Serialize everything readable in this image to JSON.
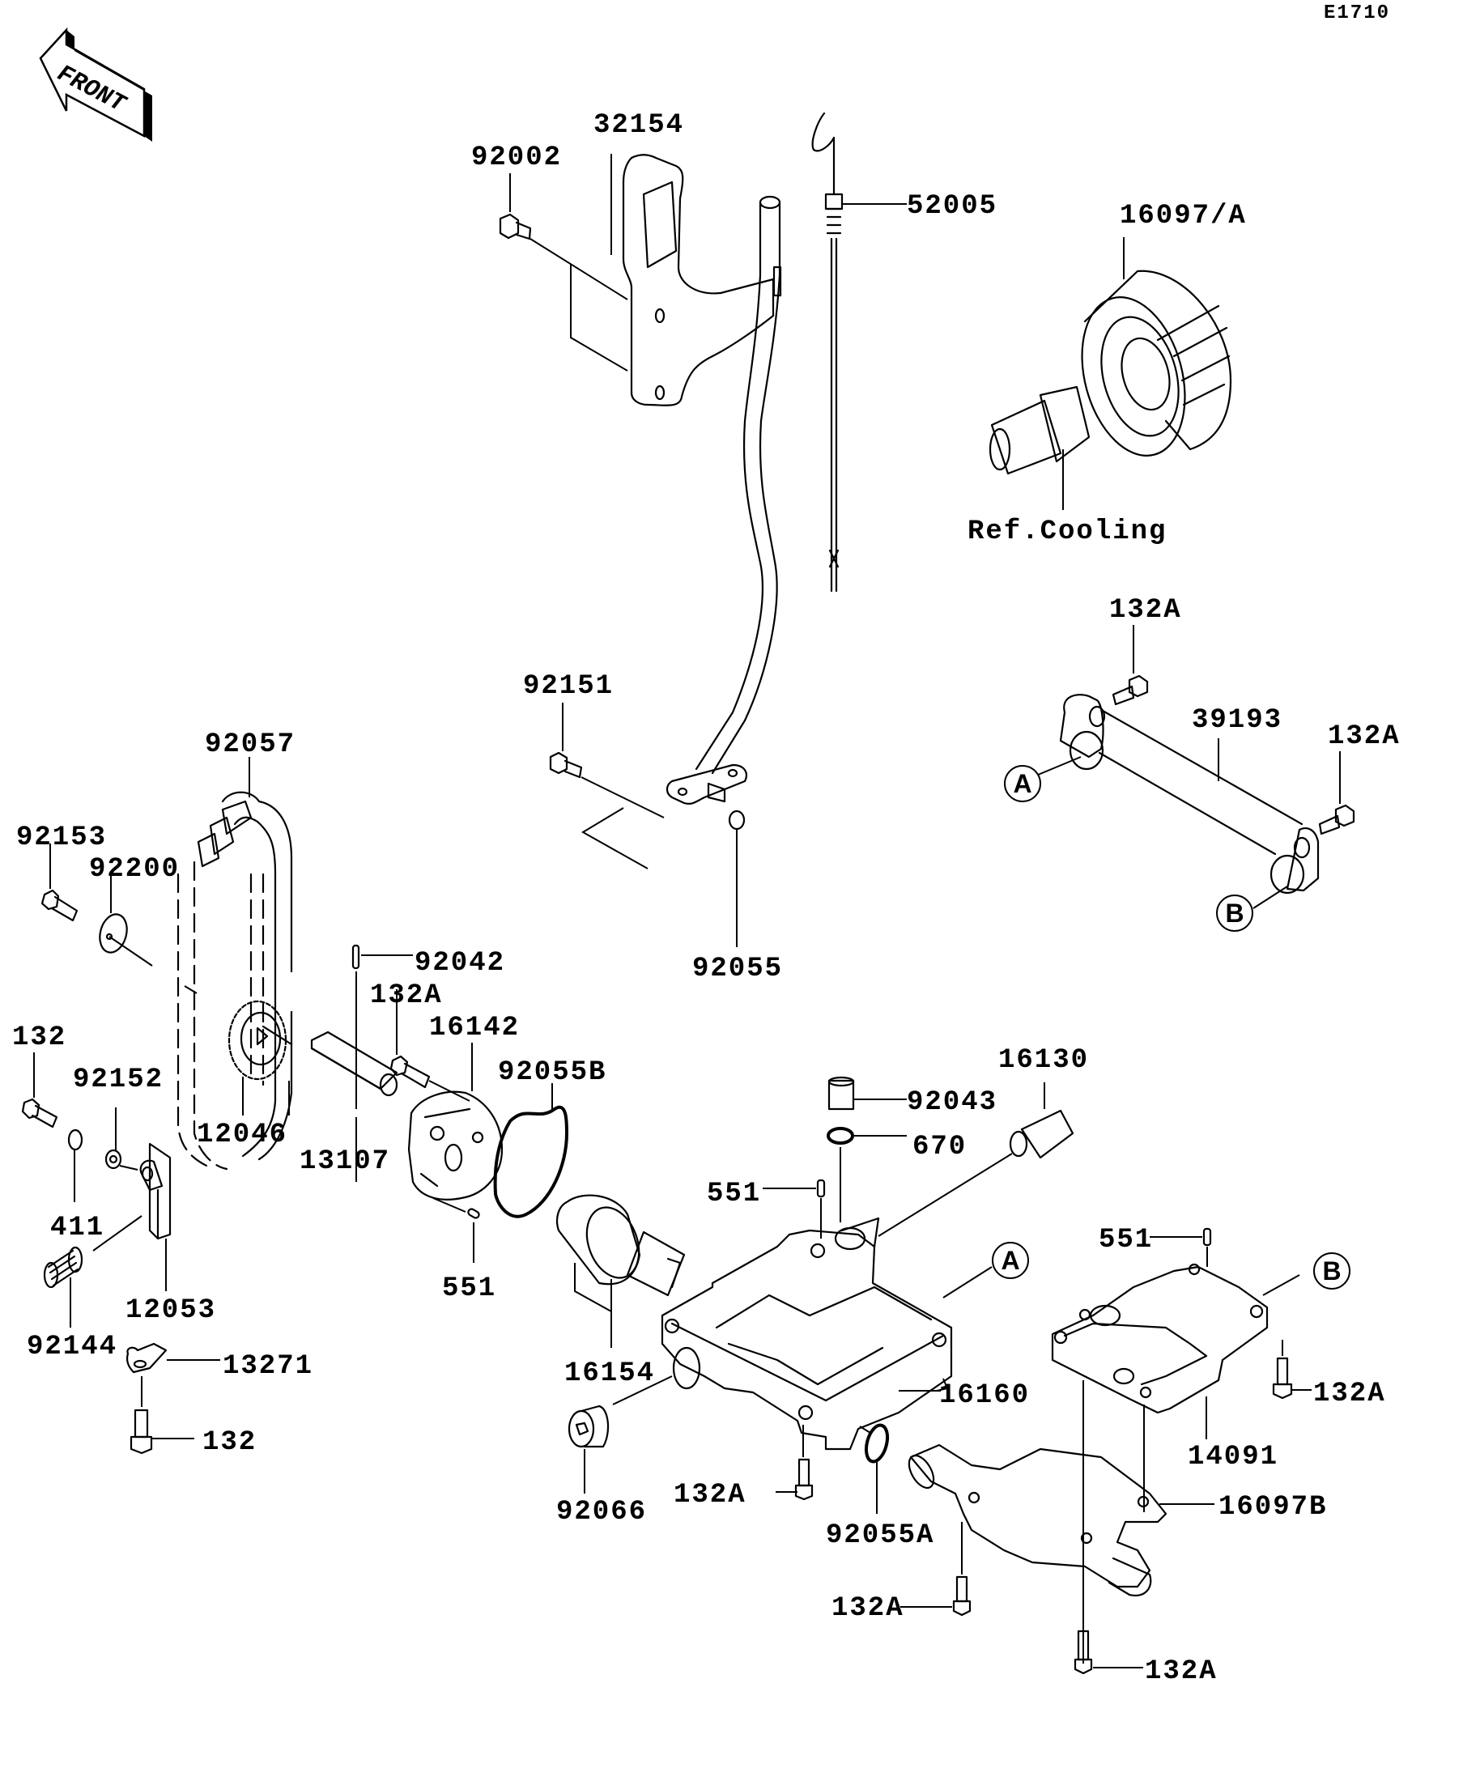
{
  "diagram": {
    "figure_id": "E1710",
    "front_arrow": "FRONT",
    "reference_note": "Ref.Cooling",
    "connectors": [
      "A",
      "B"
    ],
    "part_labels": {
      "p92002": "92002",
      "p32154": "32154",
      "p52005": "52005",
      "p16097A": "16097/A",
      "p132A_1": "132A",
      "p39193": "39193",
      "p132A_2": "132A",
      "p92151": "92151",
      "p92055": "92055",
      "p92057": "92057",
      "p92153": "92153",
      "p92200": "92200",
      "p92042": "92042",
      "p132A_3": "132A",
      "p16142": "16142",
      "p132_1": "132",
      "p92152": "92152",
      "p12046": "12046",
      "p13107": "13107",
      "p92055B": "92055B",
      "p16130": "16130",
      "p92043": "92043",
      "p670": "670",
      "p551_1": "551",
      "p411": "411",
      "p551_2": "551",
      "p551_3": "551",
      "p12053": "12053",
      "p92144": "92144",
      "p13271": "13271",
      "p16154": "16154",
      "p16160": "16160",
      "p132A_4": "132A",
      "p14091": "14091",
      "p132_2": "132",
      "p92066": "92066",
      "p132A_5": "132A",
      "p92055A": "92055A",
      "p16097B": "16097B",
      "p132A_6": "132A",
      "p132A_7": "132A"
    }
  }
}
